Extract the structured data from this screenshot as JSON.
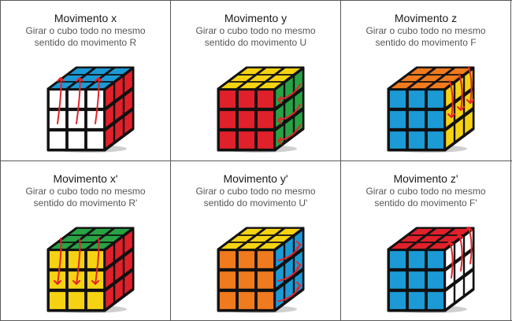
{
  "moves": [
    {
      "title": "Movimento x",
      "desc1": "Girar o cubo todo no mesmo",
      "desc2": "sentido do movimento R",
      "top": "#1b9ad6",
      "front": "#ffffff",
      "side": "#e0202a",
      "arrows": "front-up"
    },
    {
      "title": "Movimento y",
      "desc1": "Girar o cubo todo no mesmo",
      "desc2": "sentido do movimento U",
      "top": "#f6d312",
      "front": "#e0202a",
      "side": "#27a344",
      "arrows": "side-left"
    },
    {
      "title": "Movimento z",
      "desc1": "Girar o cubo todo no mesmo",
      "desc2": "sentido do movimento F",
      "top": "#f07a1e",
      "front": "#1b9ad6",
      "side": "#f6d312",
      "arrows": "side-down"
    },
    {
      "title": "Movimento x'",
      "desc1": "Girar o cubo todo no mesmo",
      "desc2": "sentido do movimento R'",
      "top": "#27a344",
      "front": "#f6d312",
      "side": "#e0202a",
      "arrows": "front-down"
    },
    {
      "title": "Movimento y'",
      "desc1": "Girar o cubo todo no mesmo",
      "desc2": "sentido do movimento U'",
      "top": "#f6d312",
      "front": "#f07a1e",
      "side": "#1b9ad6",
      "arrows": "side-right"
    },
    {
      "title": "Movimento z'",
      "desc1": "Girar o cubo todo no mesmo",
      "desc2": "sentido do movimento F'",
      "top": "#e0202a",
      "front": "#1b9ad6",
      "side": "#ffffff",
      "arrows": "side-up"
    }
  ]
}
